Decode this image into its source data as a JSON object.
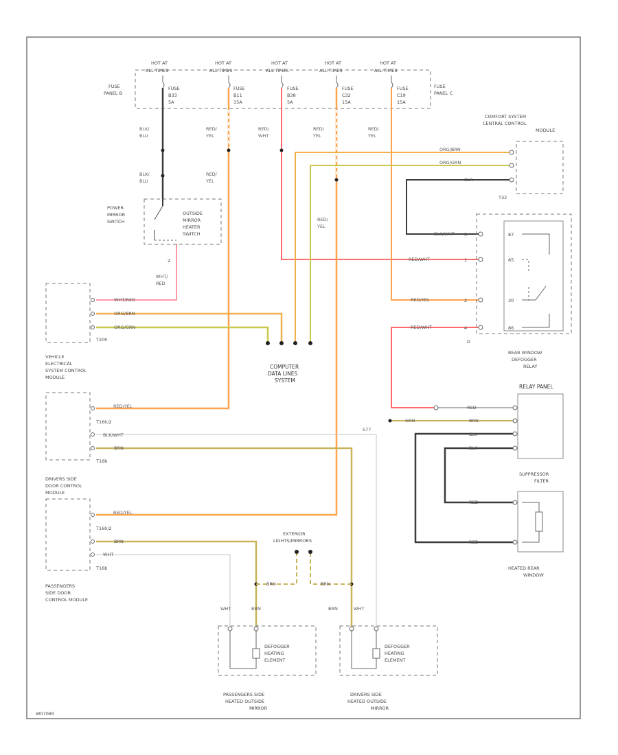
{
  "colors": {
    "red": "#ff6b6b",
    "red_yel": "#ffa24d",
    "org_grn": "#f2b04a",
    "yel_grn": "#c8c84a",
    "brn": "#c8b25a",
    "blk": "#3a3a3a",
    "gray": "#9a9a9a",
    "wht": "#cfcfcf"
  },
  "fuse_panel": {
    "hot_labels": [
      "HOT AT",
      "HOT AT",
      "HOT AT",
      "HOT AT",
      "HOT AT"
    ],
    "all_times": [
      "ALL TIMES",
      "ALL TIMES",
      "ALL TIMES",
      "ALL TIMES",
      "ALL TIMES"
    ],
    "fuse_labels": [
      "FUSE",
      "FUSE",
      "FUSE",
      "FUSE",
      "FUSE"
    ],
    "fuse_ids": [
      "B33",
      "B11",
      "B38",
      "C32",
      "C19"
    ],
    "fuse_ratings": [
      "5A",
      "15A",
      "5A",
      "15A",
      "15A"
    ],
    "panel_b": [
      "FUSE",
      "PANEL B"
    ],
    "panel_c": [
      "FUSE",
      "PANEL C"
    ]
  },
  "wires": {
    "blk_blu": [
      "BLK/",
      "BLU",
      "BLK/",
      "BLU"
    ],
    "red_yel_1": [
      "RED/",
      "YEL",
      "RED/",
      "YEL"
    ],
    "red_wht": [
      "RED/",
      "WHT"
    ],
    "red_yel_2": [
      "RED/",
      "YEL"
    ],
    "red_yel_3": [
      "RED/",
      "YEL"
    ],
    "red_yel_4": [
      "RED/",
      "YEL"
    ],
    "wht_red": [
      "WHT/",
      "RED"
    ],
    "wht_red_h": "WHT/RED",
    "org_brn": "ORG/BRN",
    "org_grn": "ORG/GRN",
    "blk": "BLK",
    "blk_wht": "BLK/WHT",
    "red_wht_h": "RED/WHT",
    "red_yel_h": "RED/YEL",
    "red_wht_h2": "RED/WHT",
    "red_yel_h2": "RED/YEL",
    "blk_wht_2": "BLK/WHT",
    "brn": "BRN",
    "brn_2": "BRN",
    "red_yel_h3": "RED/YEL",
    "brn_3": "BRN",
    "brn_4": "BRN",
    "blk_2": "BLK",
    "blk_3": "BLK",
    "grn": "GRN",
    "red_blk": "RED",
    "red_blk_2": "RED",
    "red_blk_3": "RED",
    "wht": "WHT",
    "wht_2": "WHT",
    "brn_m": "BRN",
    "brn_m2": "BRN",
    "brn_m3": "BRN",
    "wht_m": "WHT",
    "s77": "S77"
  },
  "components": {
    "power_mirror_switch": [
      "POWER",
      "MIRROR",
      "SWITCH"
    ],
    "outside_mirror_heater": [
      "OUTSIDE",
      "MIRROR",
      "HEATER",
      "SWITCH"
    ],
    "comfort_system": [
      "COMFORT SYSTEM",
      "CENTRAL CONTROL",
      "MODULE"
    ],
    "t32": "T32",
    "t20": "T20h",
    "vehicle_electrical": [
      "VEHICLE",
      "ELECTRICAL",
      "SYSTEM CONTROL",
      "MODULE"
    ],
    "t16_1": "T16h/2",
    "t16_2": "T16b",
    "computer_data": [
      "COMPUTER",
      "DATA LINES",
      "SYSTEM"
    ],
    "rear_window_relay": [
      "REAR WINDOW",
      "DEFOGGER",
      "RELAY"
    ],
    "relay_panel": "RELAY PANEL",
    "drivers_door": [
      "DRIVERS SIDE",
      "DOOR CONTROL",
      "MODULE"
    ],
    "t16_3": "T16h/2",
    "t16_4": "T16b",
    "passengers_door": [
      "PASSENGERS",
      "SIDE DOOR",
      "CONTROL MODULE"
    ],
    "suppressor": [
      "SUPPRESSOR",
      "FILTER"
    ],
    "heated_rear": [
      "HEATED REAR",
      "WINDOW"
    ],
    "exterior_lights": [
      "EXTERIOR",
      "LIGHTS/MIRRORS"
    ],
    "defogger_1": [
      "DEFOGGER",
      "HEATING",
      "ELEMENT"
    ],
    "defogger_2": [
      "DEFOGGER",
      "HEATING",
      "ELEMENT"
    ],
    "pass_mirror": [
      "PASSENGERS SIDE",
      "HEATED OUTSIDE",
      "MIRROR"
    ],
    "drv_mirror": [
      "DRIVERS SIDE",
      "HEATED OUTSIDE",
      "MIRROR"
    ],
    "pin_d": "D",
    "pin_2": "2",
    "relay_pins": [
      "87",
      "85",
      "30",
      "86"
    ],
    "relay_pins_left": [
      "3",
      "1",
      "2",
      "4"
    ]
  },
  "footer_code": "W07080"
}
